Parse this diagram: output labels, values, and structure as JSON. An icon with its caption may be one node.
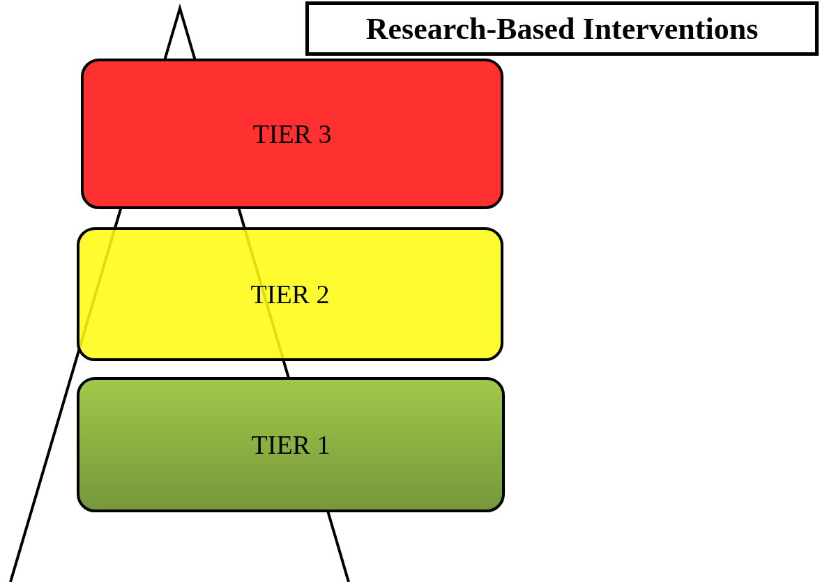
{
  "diagram": {
    "nodes": [
      {
        "text": [
          "Research-Based Interventions"
        ]
      },
      {
        "text": [
          "TIER 3"
        ]
      },
      {
        "text": [
          "TIER 2"
        ]
      },
      {
        "text": [
          "TIER 1"
        ]
      }
    ]
  }
}
